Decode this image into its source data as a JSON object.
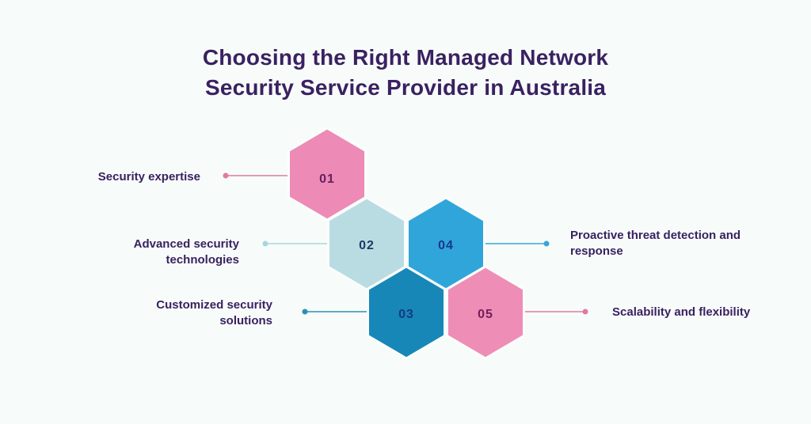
{
  "title": {
    "line1": "Choosing the Right Managed Network",
    "line2": "Security Service Provider in Australia"
  },
  "colors": {
    "background": "#f7fcfa",
    "title_text": "#3a2161",
    "label_text": "#3a2161",
    "hex_gap_stroke": "#fafdfc"
  },
  "items": [
    {
      "number": "01",
      "label": "Security expertise",
      "hex_color": "#ed8ab5",
      "number_color": "#63215f",
      "connector_color": "#df7aa3",
      "side": "left"
    },
    {
      "number": "02",
      "label": "Advanced security technologies",
      "hex_color": "#b9dce2",
      "number_color": "#1e3a66",
      "connector_color": "#a9d6dd",
      "side": "left"
    },
    {
      "number": "03",
      "label": "Customized security solutions",
      "hex_color": "#1787b8",
      "number_color": "#143c7e",
      "connector_color": "#2e8fb2",
      "side": "left"
    },
    {
      "number": "04",
      "label": "Proactive threat detection and response",
      "hex_color": "#30a5da",
      "number_color": "#19378c",
      "connector_color": "#36a6d9",
      "side": "right"
    },
    {
      "number": "05",
      "label": "Scalability and flexibility",
      "hex_color": "#ee8db6",
      "number_color": "#731d5c",
      "connector_color": "#df7aa3",
      "side": "right"
    }
  ]
}
